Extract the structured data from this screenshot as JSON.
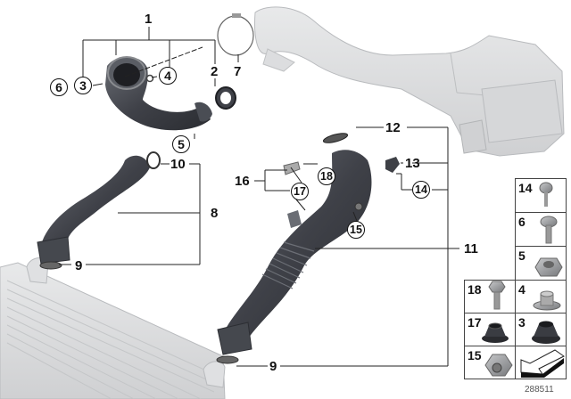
{
  "diagram": {
    "type": "exploded-parts-diagram",
    "subject": "Charge air / intake duct assembly",
    "image_number": "288511",
    "labels": {
      "l1": "1",
      "l2": "2",
      "l7": "7",
      "l8": "8",
      "l9a": "9",
      "l9b": "9",
      "l10": "10",
      "l11": "11",
      "l12": "12",
      "l13": "13",
      "l16": "16"
    },
    "callouts": {
      "c3": "3",
      "c4": "4",
      "c5": "5",
      "c6": "6",
      "c14": "14",
      "c15": "15",
      "c17": "17",
      "c18": "18"
    },
    "hardware_grid": {
      "cells": [
        {
          "num": "14",
          "part": "tapping-screw"
        },
        {
          "num": "6",
          "part": "hex-bolt-with-washer"
        },
        {
          "num": "5",
          "part": "hex-nut"
        },
        {
          "num": "18",
          "part": "hex-bolt"
        },
        {
          "num": "4",
          "part": "bushing"
        },
        {
          "num": "17",
          "part": "rubber-mount"
        },
        {
          "num": "3",
          "part": "rubber-grommet"
        },
        {
          "num": "15",
          "part": "expanding-nut"
        },
        {
          "num": "",
          "part": "direction-arrow"
        }
      ]
    },
    "parts": [
      {
        "num": "1",
        "desc": "Charge air duct (bend) with components 2,3,4"
      },
      {
        "num": "2",
        "desc": "Sealing ring"
      },
      {
        "num": "3",
        "desc": "Rubber grommet"
      },
      {
        "num": "4",
        "desc": "Bushing"
      },
      {
        "num": "5",
        "desc": "Hex nut"
      },
      {
        "num": "6",
        "desc": "Hex bolt with washer"
      },
      {
        "num": "7",
        "desc": "Hose clamp"
      },
      {
        "num": "8",
        "desc": "Charge air line"
      },
      {
        "num": "9",
        "desc": "O-ring"
      },
      {
        "num": "10",
        "desc": "O-ring"
      },
      {
        "num": "11",
        "desc": "Charge air line"
      },
      {
        "num": "12",
        "desc": "O-ring"
      },
      {
        "num": "13",
        "desc": "Charge air pressure sensor"
      },
      {
        "num": "14",
        "desc": "Tapping screw"
      },
      {
        "num": "15",
        "desc": "Expanding nut"
      },
      {
        "num": "16",
        "desc": "Bracket"
      },
      {
        "num": "17",
        "desc": "Rubber mount"
      },
      {
        "num": "18",
        "desc": "Hex bolt"
      }
    ],
    "colors": {
      "line": "#222222",
      "rubber_dark": "#3a3c42",
      "rubber_mid": "#5a5d64",
      "ghost_part": "#d9dadc",
      "ghost_edge": "#b9bbbe",
      "metal": "#9a9c9f"
    }
  }
}
